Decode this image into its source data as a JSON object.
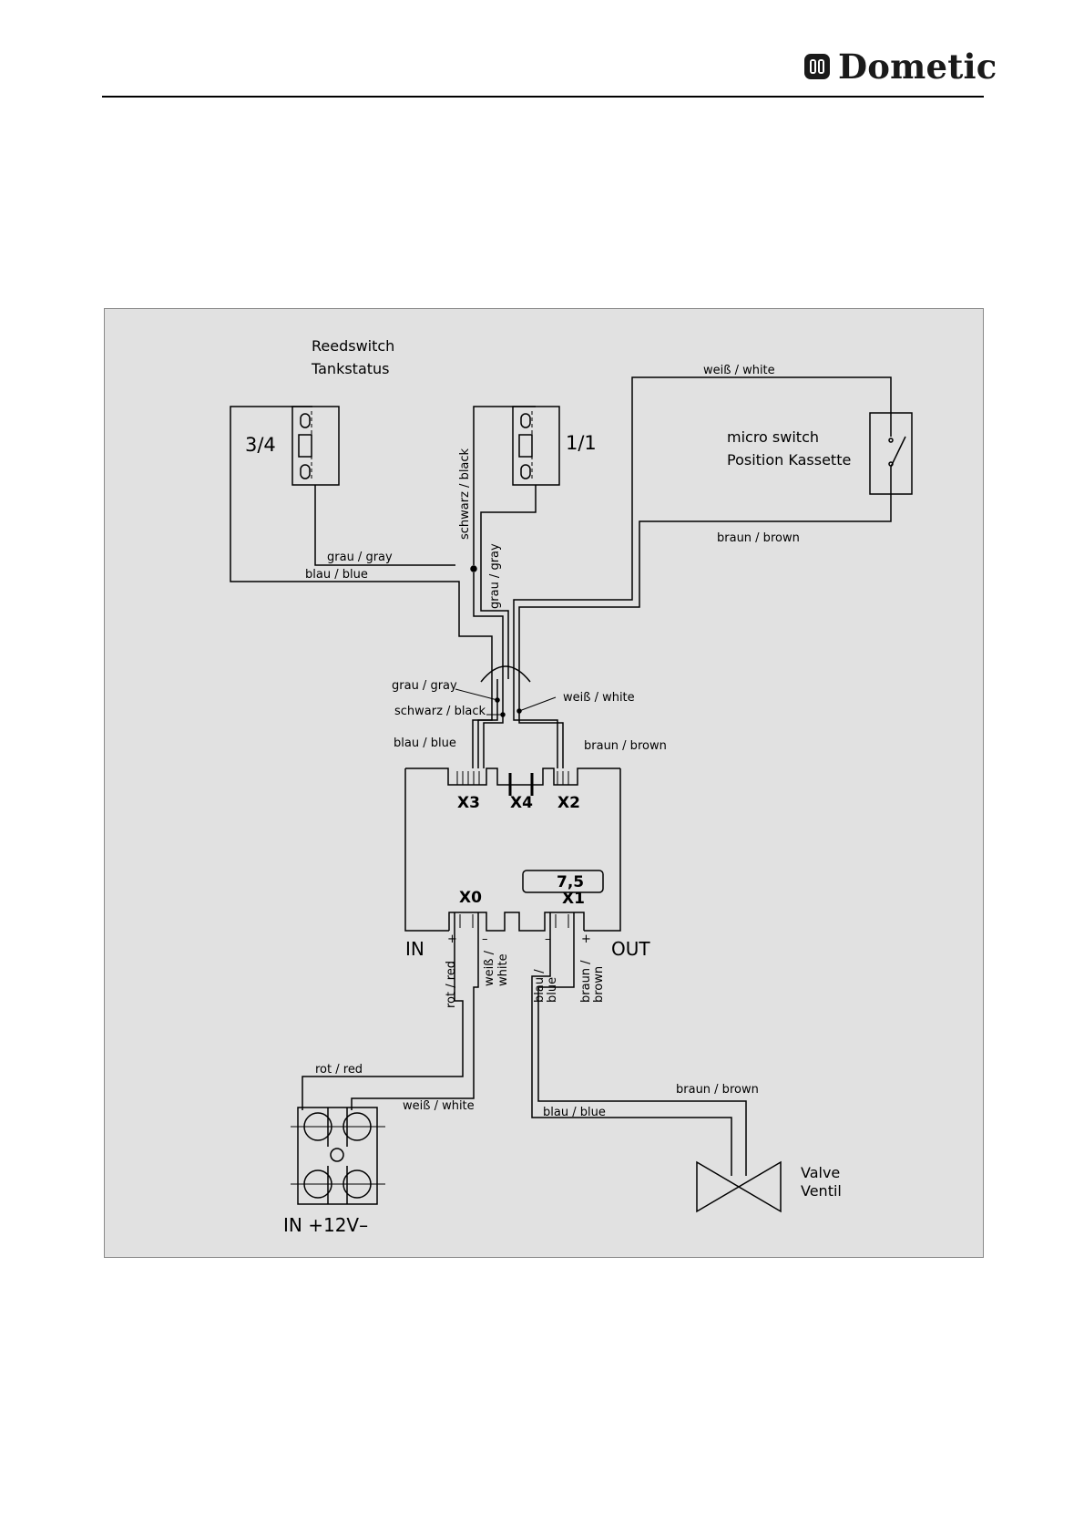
{
  "header": {
    "brand_name": "Dometic"
  },
  "diagram": {
    "title_line1": "Reedswitch",
    "title_line2": "Tankstatus",
    "switch_34": "3/4",
    "switch_11": "1/1",
    "micro_line1": "micro switch",
    "micro_line2": "Position Kassette",
    "valve_line1": "Valve",
    "valve_line2": "Ventil",
    "wires": {
      "white_top": "weiß / white",
      "brown_top": "braun / brown",
      "gray_h": "grau / gray",
      "blue_h": "blau / blue",
      "black_v": "schwarz / black",
      "gray_v": "grau / gray",
      "gray_lead": "grau / gray",
      "black_lead": "schwarz / black",
      "white_lead": "weiß / white",
      "blue_x3": "blau / blue",
      "brown_x2": "braun / brown",
      "red_v": "rot / red",
      "white_v1": "weiß /",
      "white_v2": "white",
      "blue_v1": "blau /",
      "blue_v2": "blue",
      "brown_v1": "braun /",
      "brown_v2": "brown",
      "red_h": "rot / red",
      "white_h": "weiß / white",
      "brown_h": "braun / brown",
      "blue_h2": "blau / blue"
    },
    "connectors": {
      "x3": "X3",
      "x4": "X4",
      "x2": "X2",
      "x0": "X0",
      "x1": "X1",
      "fuse": "7,5",
      "in": "IN",
      "out": "OUT",
      "plus_left": "+",
      "minus_left": "–",
      "minus_right": "–",
      "plus_right": "+",
      "supply": "IN +12V–"
    }
  }
}
